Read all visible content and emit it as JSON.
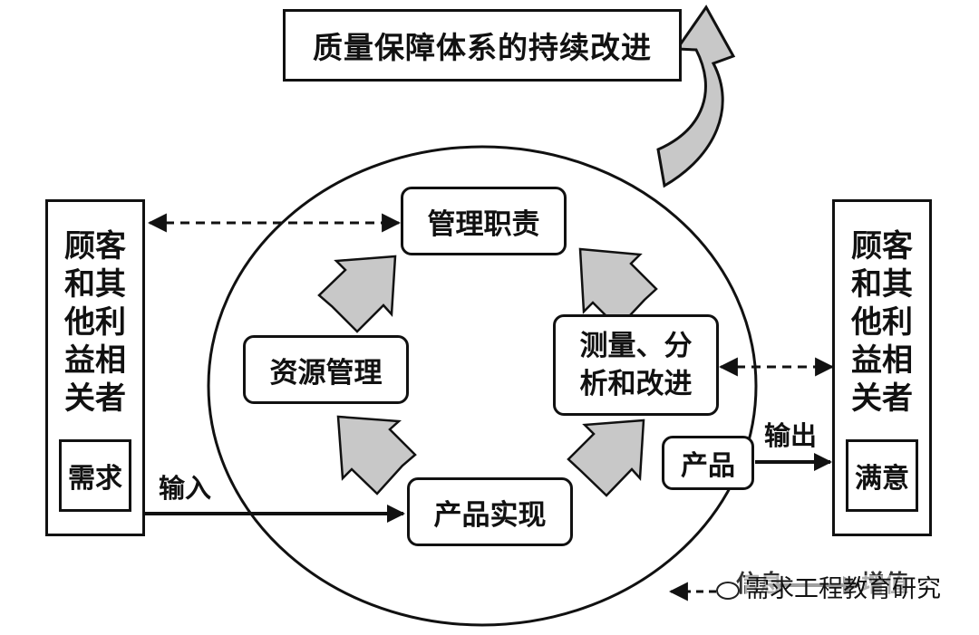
{
  "title": "质量保障体系的持续改进",
  "left_stakeholder": {
    "label": "顾客\n和其\n他利\n益相\n关者",
    "inner": "需求"
  },
  "right_stakeholder": {
    "label": "顾客\n和其\n他利\n益相\n关者",
    "inner": "满意"
  },
  "nodes": {
    "management_responsibility": "管理职责",
    "resource_management": "资源管理",
    "measurement": "测量、分\n析和改进",
    "product_realization": "产品实现",
    "product": "产品"
  },
  "arrow_labels": {
    "input": "输入",
    "output": "输出"
  },
  "legend": {
    "value_add": "增值",
    "information": "信息"
  },
  "watermark": "需求工程教育研究"
}
